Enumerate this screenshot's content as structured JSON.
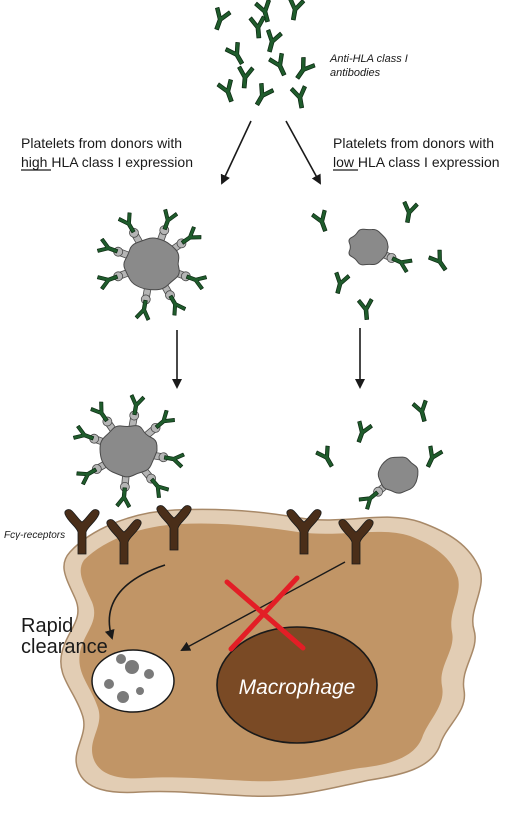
{
  "labels": {
    "antibodies_line1": "Anti-HLA class I",
    "antibodies_line2": "antibodies",
    "high_line1": "Platelets from donors with",
    "high_word": "high",
    "high_rest": " HLA class I expression",
    "low_line1": "Platelets from donors with",
    "low_word": "low",
    "low_rest": " HLA class I expression",
    "fc_receptors": "Fcγ-receptors",
    "rapid": "Rapid",
    "clearance": "clearance",
    "macrophage": "Macrophage"
  },
  "colors": {
    "antibody": "#1f5c2c",
    "antibody_outline": "#0c2a12",
    "platelet": "#8a8a8a",
    "platelet_outline": "#4a4a4a",
    "hla": "#b5b5b5",
    "receptor": "#4a2e19",
    "macrophage_body": "#c19566",
    "macrophage_rim": "#e2cdb4",
    "nucleus": "#7a4a25",
    "phagosome": "#ffffff",
    "debris": "#7a7a7a",
    "cross": "#e31e26",
    "arrow": "#1a1a1a"
  }
}
